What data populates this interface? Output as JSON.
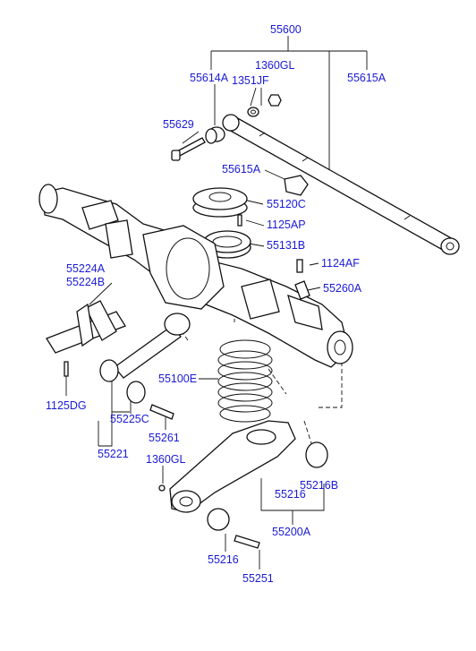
{
  "diagram_title": "",
  "part_labels": {
    "p55600": "55600",
    "p55614A": "55614A",
    "p1360GL_top": "1360GL",
    "p1351JF": "1351JF",
    "p55615A_top": "55615A",
    "p55629": "55629",
    "p55615A_mid": "55615A",
    "p55120C": "55120C",
    "p1125AP": "1125AP",
    "p55131B": "55131B",
    "p1124AF": "1124AF",
    "p55260A": "55260A",
    "p55224A": "55224A",
    "p55224B": "55224B",
    "p55100E": "55100E",
    "p1125DG": "1125DG",
    "p55225C": "55225C",
    "p55261": "55261",
    "p55221": "55221",
    "p1360GL_bottom": "1360GL",
    "p55216B": "55216B",
    "p55216_mid": "55216",
    "p55200A": "55200A",
    "p55216_bottom": "55216",
    "p55251": "55251"
  },
  "colors": {
    "label": "#1a1ad6",
    "line": "#111111",
    "background": "#ffffff"
  }
}
